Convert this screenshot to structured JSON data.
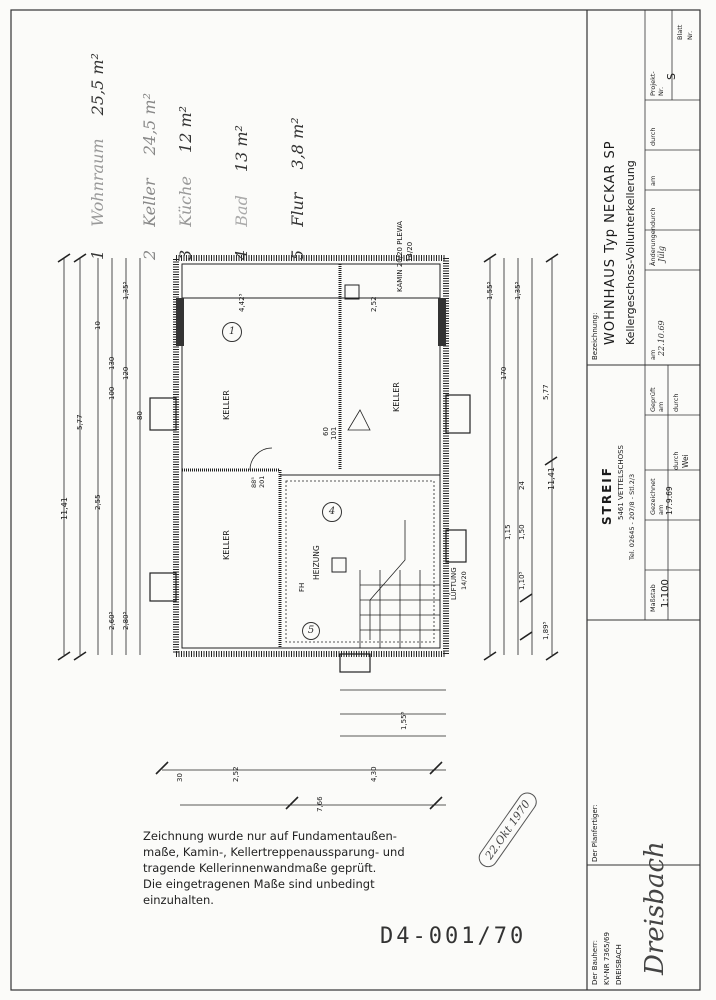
{
  "title_block": {
    "bezeichnung_label": "Bezeichnung:",
    "title": "WOHNHAUS Typ NECKAR SP",
    "subtitle": "Kellergeschoss-Vollunterkellerung",
    "projekt_label": "Projekt-",
    "projekt_nr": "Nr.",
    "projekt_value": "S",
    "blatt_label": "Blatt",
    "blatt_nr": "Nr.",
    "company": "STREIF",
    "company_addr": "5461 VETTELSCHOSS",
    "company_tel": "Tel. 02645 - 207/8 - Stl.2/3",
    "massstab_label": "Maßstab",
    "massstab_value": "1:100",
    "gezeichnet_label": "Gezeichnet",
    "gezeichnet_am": "am",
    "gezeichnet_date": "17.9.69",
    "gezeichnet_durch": "durch",
    "gezeichnet_name": "Wei",
    "geprueft_label": "Geprüft",
    "geprueft_am": "am",
    "geprueft_durch": "durch",
    "aenderungen_label": "Änderungen",
    "aend_am": "am",
    "aend_durch": "durch",
    "aend_date": "22.10.69",
    "aend_name": "Jülg",
    "planfertiger_label": "Der Planfertiger:",
    "bauherr_label": "Der Bauherr:",
    "kv_nr": "KV-NR 7365/69",
    "bauherr_name": "DREISBACH",
    "signature": "Dreisbach"
  },
  "room_list": [
    {
      "num": "1",
      "name": "Wohnraum",
      "area": "25,5 m²"
    },
    {
      "num": "2",
      "name": "Keller",
      "area": "24,5 m²"
    },
    {
      "num": "3",
      "name": "Küche",
      "area": "12 m²"
    },
    {
      "num": "4",
      "name": "Bad",
      "area": "13 m²"
    },
    {
      "num": "5",
      "name": "Flur",
      "area": "3,8 m²"
    }
  ],
  "kamin_label": "KAMIN 20/20 PLEWA",
  "kamin_sub": "14/20",
  "rooms": {
    "keller1": "KELLER",
    "keller2": "KELLER",
    "keller3": "KELLER",
    "heizung": "HEIZUNG",
    "fh": "FH",
    "lueftung": "LÜFTUNG",
    "lueftung_sub": "14/20",
    "door_101": "101",
    "door_60": "60",
    "door_885": "88⁵",
    "door_201": "201"
  },
  "dimensions": {
    "overall": "11,41",
    "overall_right": "11,41",
    "d_577_left": "5,77",
    "d_577_right": "5,77",
    "d_255": "2,55",
    "d_2605": "2,60⁵",
    "d_2805": "2,80⁵",
    "d_1355": "1,35⁵",
    "d_1555": "1,55⁵",
    "d_1555b": "1,55⁵",
    "d_1355b": "1,35⁵",
    "d_1895": "1,89⁵",
    "d_1105": "1,10⁵",
    "d_150": "1,50",
    "d_24": "24",
    "d_115": "1,15",
    "d_30": "30",
    "d_252": "2,52",
    "d_252b": "2,52",
    "d_430": "4,30",
    "d_766": "7,66",
    "d_4425": "4,42⁵",
    "d_100": "100",
    "d_80": "80",
    "d_130": "130",
    "d_120": "120",
    "d_170": "170",
    "d_10": "10"
  },
  "note": {
    "line1": "Zeichnung wurde nur auf Fundamentaußen-",
    "line2": "maße, Kamin-, Kellertreppenaussparung- und",
    "line3": "tragende Kellerinnenwandmaße geprüft.",
    "line4": "Die eingetragenen Maße sind unbedingt",
    "line5": "einzuhalten."
  },
  "stamp": "22.Okt 1970",
  "doc_number": "D4-001/70"
}
